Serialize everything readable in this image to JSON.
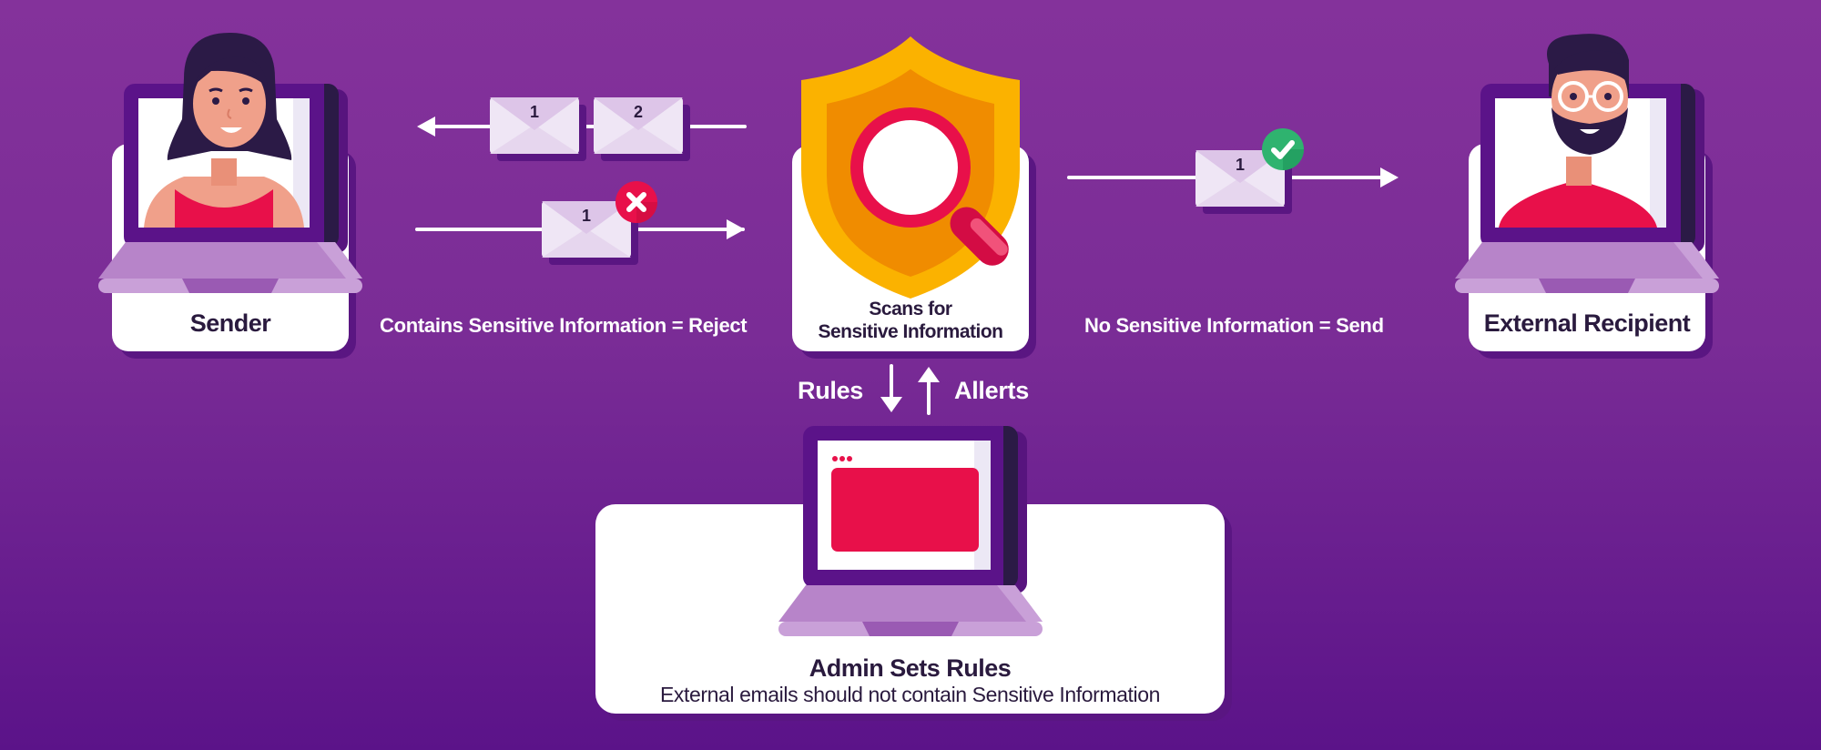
{
  "colors": {
    "background_top": "#84329b",
    "background_bottom": "#5b1389",
    "card": "#ffffff",
    "card_shadow": "#5a1682",
    "text_dark": "#2a1a3e",
    "text_light": "#ffffff",
    "laptop_frame": "#5b1389",
    "laptop_base": "#b784c9",
    "accent_red": "#e8104a",
    "shield_outer": "#fbb200",
    "shield_inner": "#f08c00",
    "reject_badge": "#e8104a",
    "accept_badge": "#2fb36f",
    "envelope": "#efe6f5"
  },
  "nodes": {
    "sender": {
      "label": "Sender",
      "icon": "laptop-woman-icon"
    },
    "scanner": {
      "label_line1": "Scans for",
      "label_line2": "Sensitive Information",
      "icon": "shield-magnifier-icon"
    },
    "recipient": {
      "label": "External Recipient",
      "icon": "laptop-man-icon"
    },
    "admin": {
      "title": "Admin Sets Rules",
      "subtitle": "External emails should not contain Sensitive Information",
      "icon": "laptop-admin-icon"
    }
  },
  "flows": {
    "reject": {
      "label": "Contains Sensitive Information = Reject",
      "outbound_envelope": {
        "number": "1",
        "status": "rejected",
        "status_icon": "x-circle-icon"
      },
      "returned_envelopes": [
        {
          "number": "1"
        },
        {
          "number": "2"
        }
      ]
    },
    "send": {
      "label": "No Sensitive Information = Send",
      "envelope": {
        "number": "1",
        "status": "approved",
        "status_icon": "check-circle-icon"
      }
    },
    "admin_link": {
      "down_label": "Rules",
      "up_label": "Allerts"
    }
  }
}
